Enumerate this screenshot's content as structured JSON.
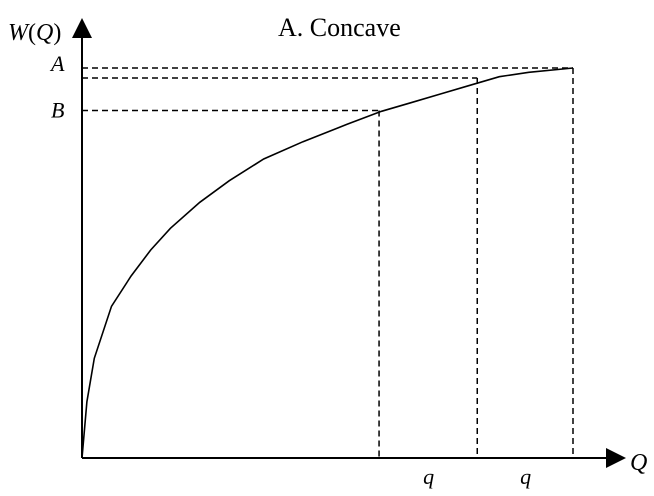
{
  "chart_data": {
    "type": "line",
    "title": "A. Concave",
    "xlabel": "Q",
    "ylabel": "W(Q)",
    "y_tick_labels": [
      "A",
      "B"
    ],
    "x_tick_labels": [
      "q",
      "q"
    ],
    "xlim": [
      0,
      100
    ],
    "ylim": [
      0,
      100
    ],
    "grid": false,
    "series": [
      {
        "values_x": [
          0,
          1,
          2.5,
          6,
          10,
          14,
          18,
          24,
          30,
          37,
          45,
          54,
          61,
          67,
          73,
          79,
          85,
          91,
          100
        ],
        "values_y": [
          0,
          13,
          23,
          35,
          42,
          48,
          53,
          59,
          64,
          69,
          73,
          77,
          80,
          82,
          84,
          86,
          88,
          89,
          90
        ]
      }
    ],
    "reference_points": [
      {
        "x": 60.5,
        "y": 80.2
      },
      {
        "x": 80.5,
        "y": 87.7
      },
      {
        "x": 100,
        "y": 90.0
      }
    ],
    "y_reference_levels": [
      {
        "label": "A",
        "y": 88.8
      },
      {
        "label": "B",
        "y": 80.2
      }
    ],
    "x_reference_labels": [
      {
        "label": "q",
        "x": 70.5
      },
      {
        "label": "q",
        "x": 90.25
      }
    ]
  }
}
